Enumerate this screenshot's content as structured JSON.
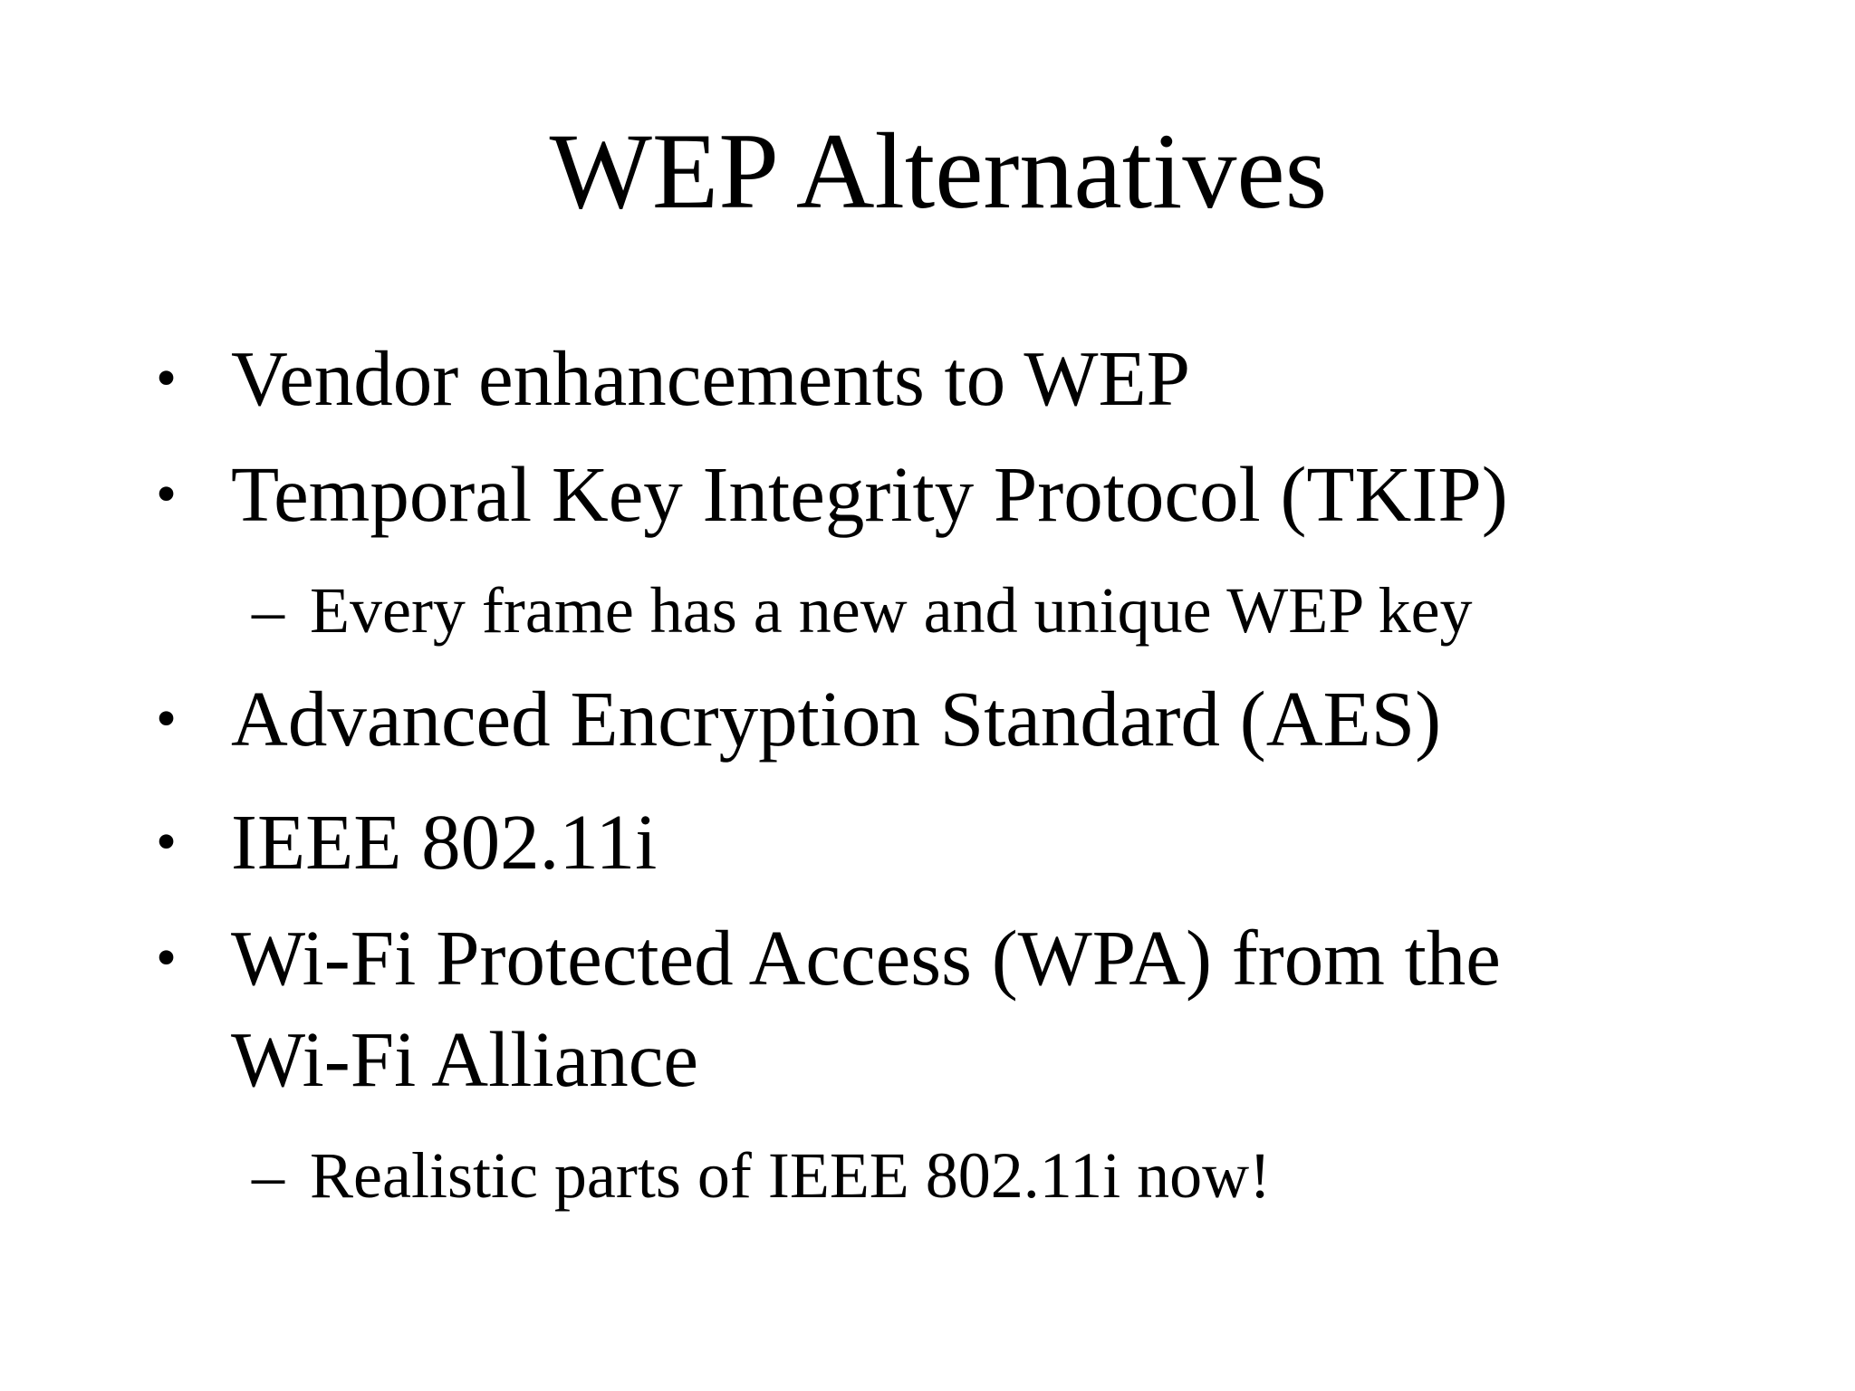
{
  "slide": {
    "title": "WEP Alternatives",
    "bullet_glyph": "•",
    "dash_glyph": "–",
    "items": [
      {
        "text": "Vendor enhancements to WEP"
      },
      {
        "text": "Temporal Key Integrity Protocol (TKIP)"
      },
      {
        "text": "Every frame has a new and unique WEP key"
      },
      {
        "text": "Advanced Encryption Standard (AES)"
      },
      {
        "text": "IEEE 802.11i"
      },
      {
        "text": "Wi-Fi Protected Access (WPA) from the"
      },
      {
        "text": "Wi-Fi Alliance"
      },
      {
        "text": "Realistic parts of IEEE 802.11i now!"
      }
    ]
  }
}
